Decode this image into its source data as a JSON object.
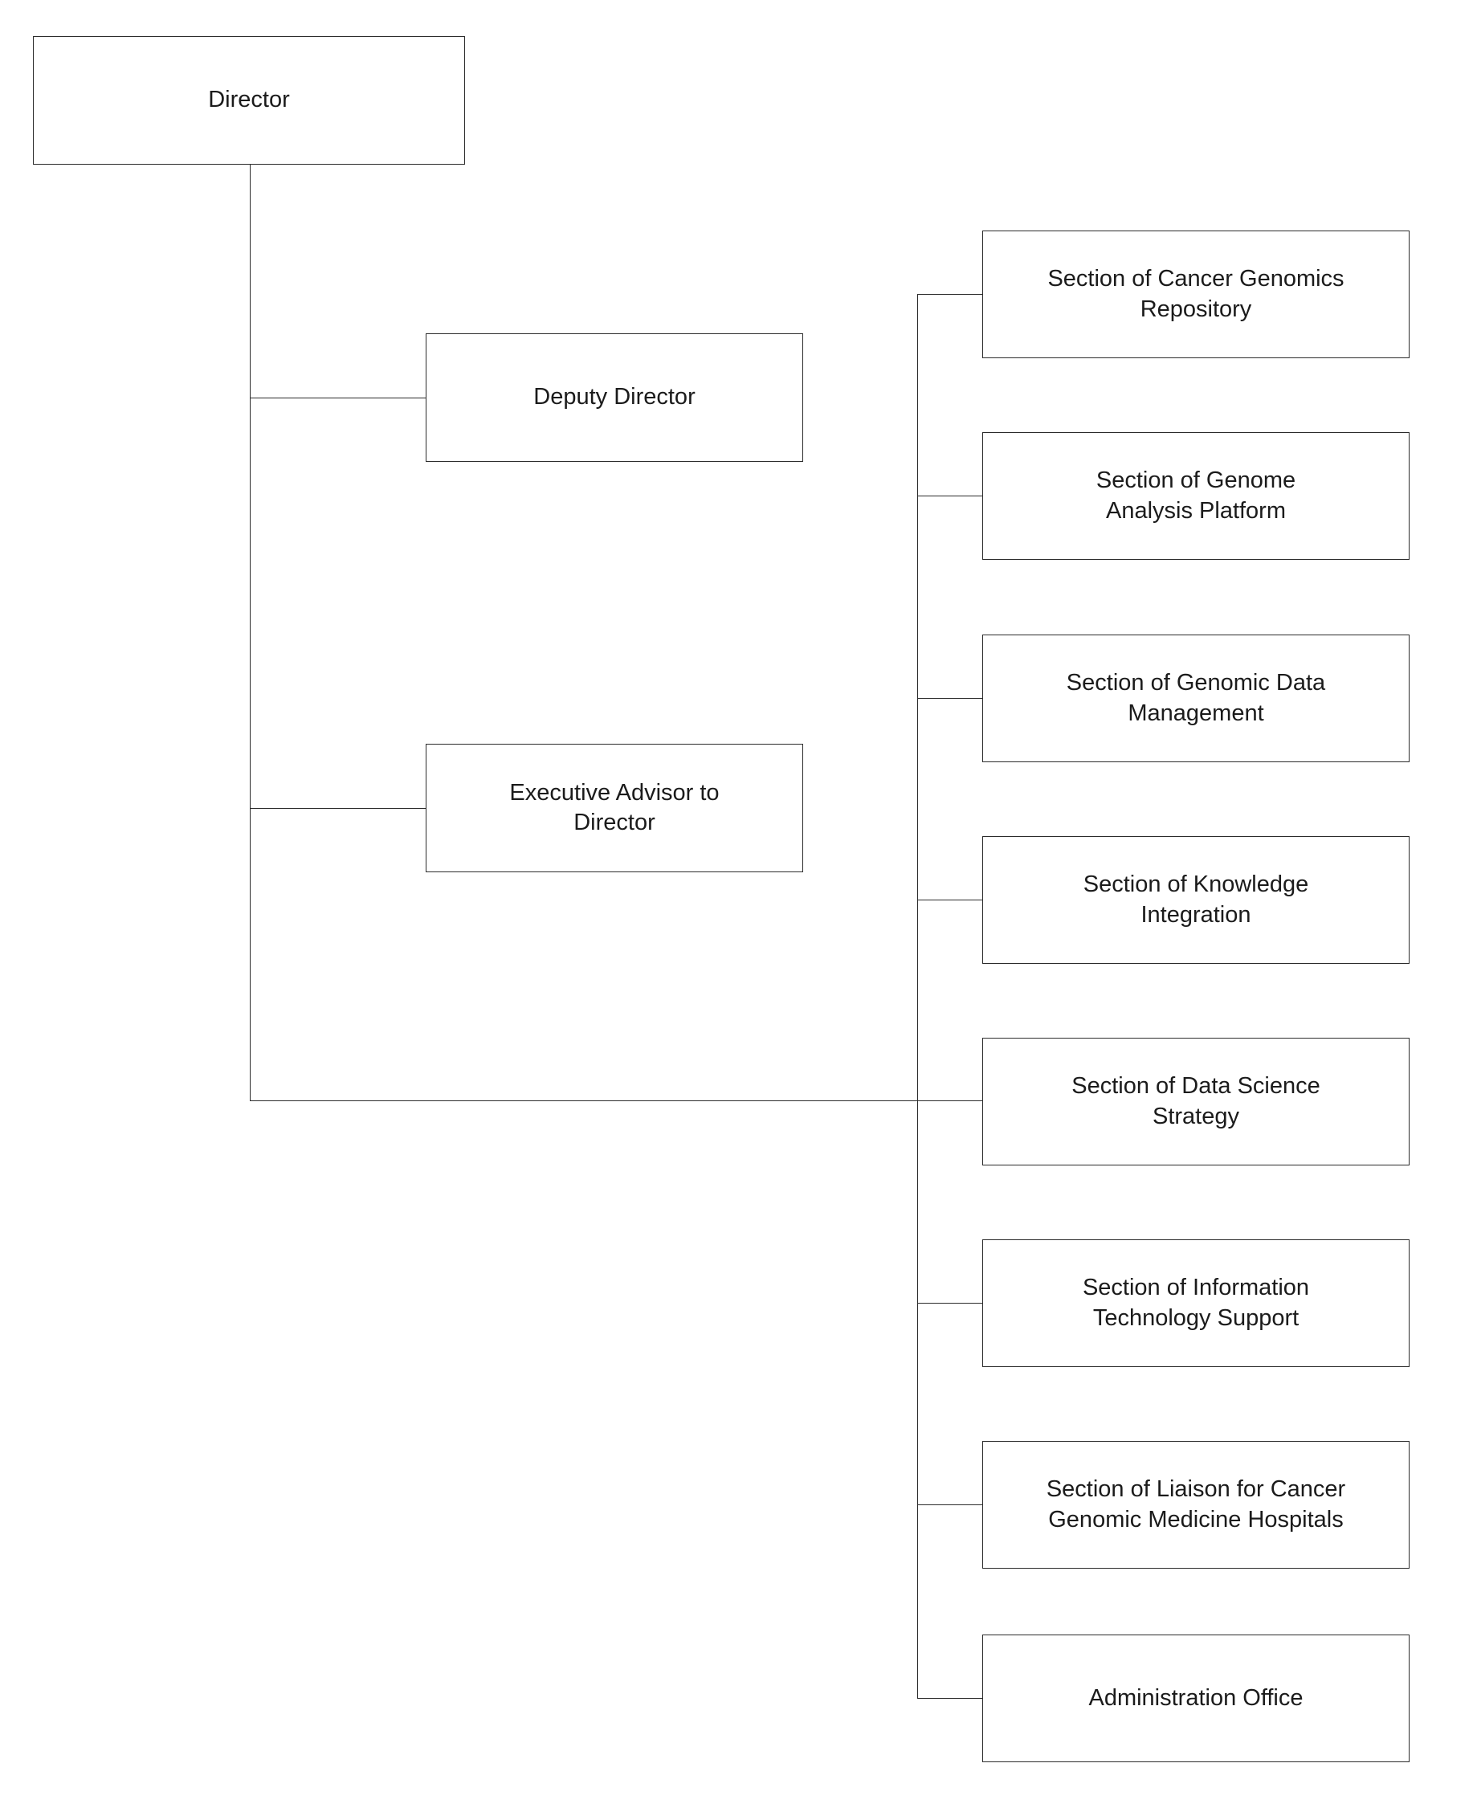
{
  "chart_data": {
    "type": "diagram",
    "diagram_kind": "organization-chart",
    "title": "",
    "orientation": "top-down-left-anchored",
    "root": "Director",
    "nodes": [
      {
        "id": "director",
        "label": "Director",
        "level": 0
      },
      {
        "id": "deputy-director",
        "label": "Deputy Director",
        "level": 1
      },
      {
        "id": "executive-advisor",
        "label": "Executive Advisor to Director",
        "level": 1
      },
      {
        "id": "cancer-genomics-repository",
        "label": "Section of Cancer Genomics Repository",
        "level": 2
      },
      {
        "id": "genome-analysis-platform",
        "label": "Section of Genome Analysis Platform",
        "level": 2
      },
      {
        "id": "genomic-data-management",
        "label": "Section of Genomic Data Management",
        "level": 2
      },
      {
        "id": "knowledge-integration",
        "label": "Section of Knowledge Integration",
        "level": 2
      },
      {
        "id": "data-science-strategy",
        "label": "Section of Data Science Strategy",
        "level": 2
      },
      {
        "id": "information-technology-support",
        "label": "Section of Information Technology Support",
        "level": 2
      },
      {
        "id": "liaison-cancer-genomic-medicine-hospitals",
        "label": "Section of Liaison for Cancer Genomic Medicine Hospitals",
        "level": 2
      },
      {
        "id": "administration-office",
        "label": "Administration Office",
        "level": 2
      }
    ],
    "edges": [
      {
        "from": "director",
        "to": "deputy-director"
      },
      {
        "from": "director",
        "to": "executive-advisor"
      },
      {
        "from": "director",
        "to": "cancer-genomics-repository"
      },
      {
        "from": "director",
        "to": "genome-analysis-platform"
      },
      {
        "from": "director",
        "to": "genomic-data-management"
      },
      {
        "from": "director",
        "to": "knowledge-integration"
      },
      {
        "from": "director",
        "to": "data-science-strategy"
      },
      {
        "from": "director",
        "to": "information-technology-support"
      },
      {
        "from": "director",
        "to": "liaison-cancer-genomic-medicine-hospitals"
      },
      {
        "from": "director",
        "to": "administration-office"
      }
    ],
    "colors": {
      "box_border": "#2b2b2b",
      "box_fill": "#ffffff",
      "connector": "#2b2b2b",
      "text": "#1b1b1b",
      "background": "#ffffff"
    }
  },
  "boxes": {
    "director": "Director",
    "deputy_director": "Deputy Director",
    "executive_advisor": "Executive Advisor to\nDirector",
    "section_cancer_genomics_repository": "Section of Cancer Genomics\nRepository",
    "section_genome_analysis_platform": "Section of Genome\nAnalysis Platform",
    "section_genomic_data_management": "Section of Genomic Data\nManagement",
    "section_knowledge_integration": "Section of Knowledge\nIntegration",
    "section_data_science_strategy": "Section of Data Science\nStrategy",
    "section_information_technology_support": "Section of Information\nTechnology Support",
    "section_liaison_hospitals": "Section of Liaison for Cancer\nGenomic Medicine Hospitals",
    "administration_office": "Administration Office"
  }
}
